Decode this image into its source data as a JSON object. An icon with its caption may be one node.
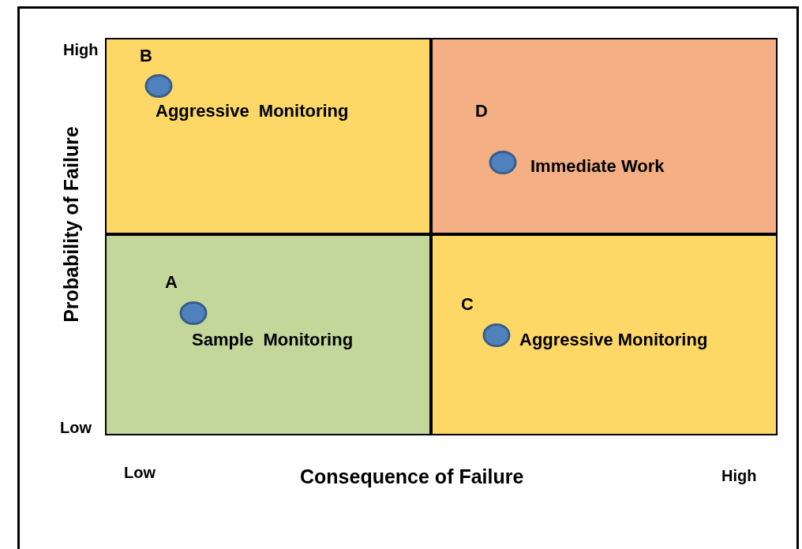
{
  "diagram": {
    "nodes": [
      {
        "text": [
          "B",
          "Aggressive  Monitoring"
        ]
      },
      {
        "text": [
          "D",
          "Immediate Work"
        ]
      },
      {
        "text": [
          "A",
          "Sample  Monitoring"
        ]
      },
      {
        "text": [
          "C",
          "Aggressive Monitoring"
        ]
      }
    ],
    "labels": [
      "High",
      "Probability of Failure",
      "Low",
      "Low",
      "Consequence of Failure",
      "High"
    ]
  }
}
